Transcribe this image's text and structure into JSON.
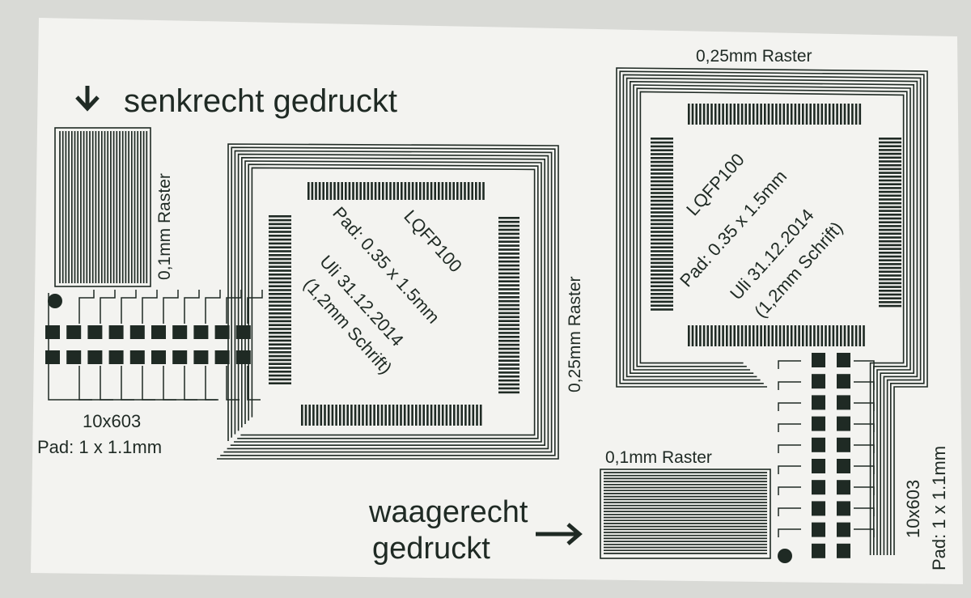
{
  "colors": {
    "ink": "#1f2a24",
    "paper": "#f3f3f0",
    "background": "#d9dad6"
  },
  "left_panel": {
    "heading": "senkrecht gedruckt",
    "heading_icon": "arrow-down-icon",
    "grid_label_fine": "0,1mm Raster",
    "grid_label_coarse": "0,25mm Raster",
    "chip_name": "LQFP100",
    "chip_pad": "Pad: 0.35 x 1.5mm",
    "chip_date": "Uli 31.12.2014",
    "chip_font": "(1,2mm Schrift)",
    "resistor_name": "10x603",
    "resistor_pad": "Pad: 1 x 1.1mm"
  },
  "right_panel": {
    "heading_line1": "waagerecht",
    "heading_line2": "gedruckt",
    "heading_icon": "arrow-right-icon",
    "grid_label_fine": "0,1mm Raster",
    "grid_label_coarse": "0,25mm Raster",
    "chip_name": "LQFP100",
    "chip_pad": "Pad: 0.35 x 1.5mm",
    "chip_date": "Uli 31.12.2014",
    "chip_font": "(1,2mm Schrift)",
    "resistor_name": "10x603",
    "resistor_pad": "Pad: 1 x 1.1mm"
  }
}
